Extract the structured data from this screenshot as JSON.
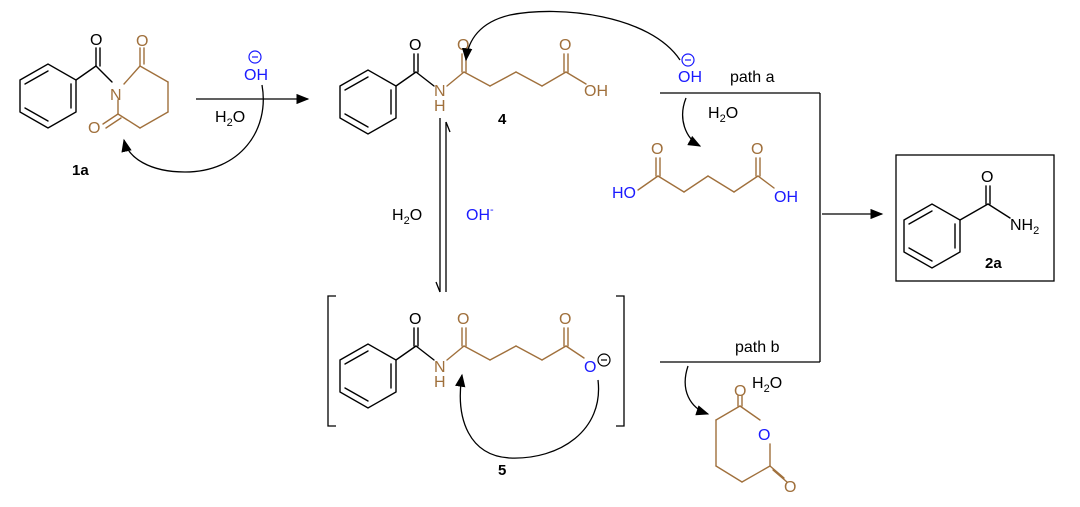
{
  "labels": {
    "cmpd_1a": "1a",
    "cmpd_4": "4",
    "cmpd_5": "5",
    "cmpd_2a": "2a",
    "path_a": "path a",
    "path_b": "path b",
    "water": "H",
    "water_sub": "2",
    "water_o": "O",
    "hydroxide_label": "OH",
    "hydroxide_neg": "-",
    "anion_sign": "⊖"
  },
  "atoms": {
    "O": "O",
    "N": "N",
    "H": "H",
    "OH": "OH",
    "HO": "HO",
    "NH": "NH",
    "two": "2"
  },
  "colors": {
    "glutaryl": "#a0703c",
    "hydroxide": "#1a1aff",
    "structure": "#000000"
  }
}
